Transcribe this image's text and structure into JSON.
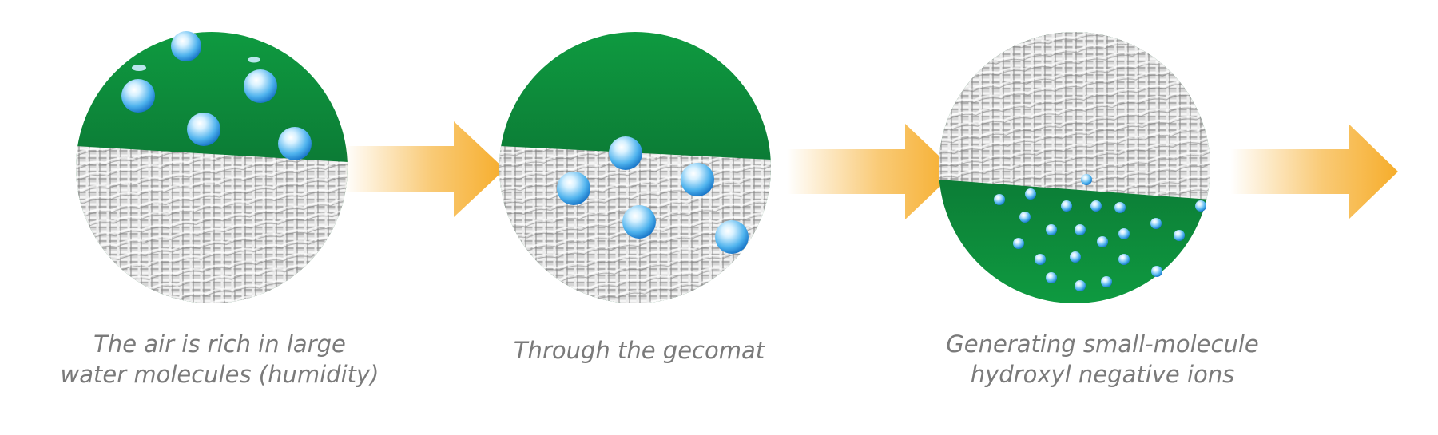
{
  "colors": {
    "green_light": "#0e9a40",
    "green_dark": "#0a5a2a",
    "fabric": "#d9d9d9",
    "arrow": "#f6ad2b",
    "caption": "#7a7a7a"
  },
  "stages": [
    {
      "caption_lines": [
        "The air is rich in large",
        "water molecules (humidity)"
      ],
      "icon": "humid-air-over-gecomat-icon"
    },
    {
      "caption_lines": [
        "Through the gecomat"
      ],
      "icon": "water-through-gecomat-icon"
    },
    {
      "caption_lines": [
        "Generating small-molecule",
        "hydroxyl negative ions"
      ],
      "icon": "negative-ions-below-gecomat-icon"
    }
  ],
  "arrows": [
    "right-arrow-icon",
    "right-arrow-icon",
    "right-arrow-icon"
  ]
}
